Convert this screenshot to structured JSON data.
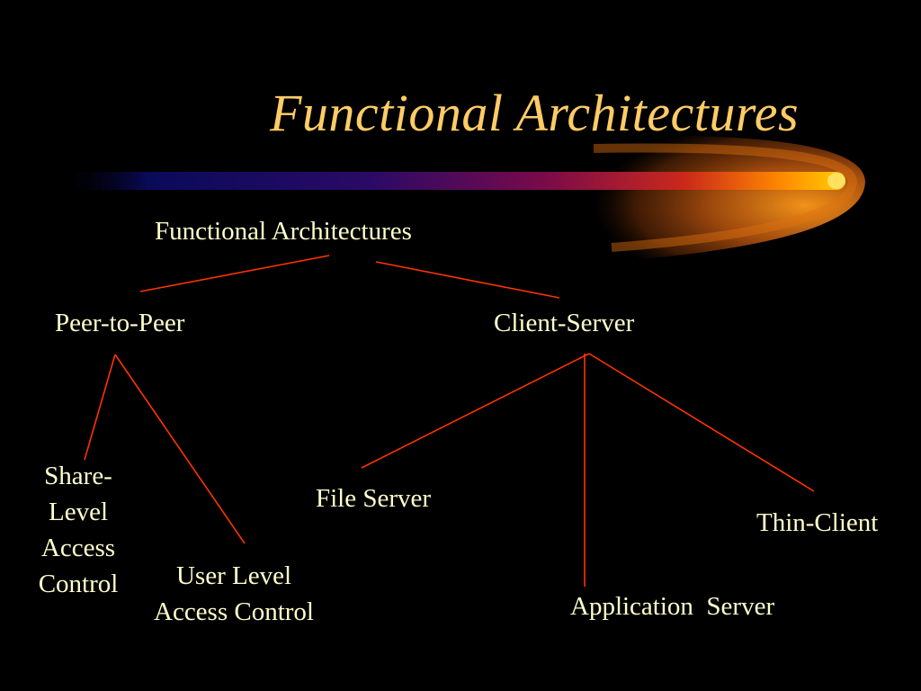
{
  "colors": {
    "background": "#000000",
    "title": "#FFCC66",
    "text": "#FFFFCC",
    "connector": "#FF3300"
  },
  "slide": {
    "title": "Functional Architectures"
  },
  "diagram": {
    "root": "Functional Architectures",
    "peer_to_peer": {
      "label": "Peer-to-Peer",
      "children": {
        "share_level": [
          "Share-",
          "Level",
          "Access",
          "Control"
        ],
        "user_level": [
          "User Level",
          "Access Control"
        ]
      }
    },
    "client_server": {
      "label": "Client-Server",
      "children": {
        "file_server": "File Server",
        "application_server": "Application  Server",
        "thin_client": "Thin-Client"
      }
    }
  }
}
